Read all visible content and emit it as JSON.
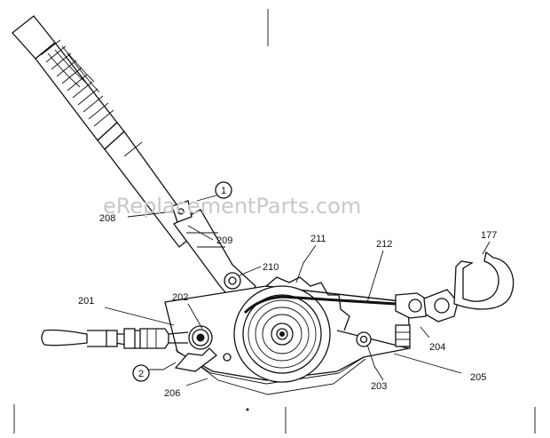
{
  "watermark": "eReplacementParts.com",
  "callouts": {
    "c177": "177",
    "c201": "201",
    "c202": "202",
    "c203": "203",
    "c204": "204",
    "c205": "205",
    "c206": "206",
    "c208": "208",
    "c209": "209",
    "c210": "210",
    "c211": "211",
    "c212": "212",
    "circle1": "1",
    "circle2": "2"
  }
}
